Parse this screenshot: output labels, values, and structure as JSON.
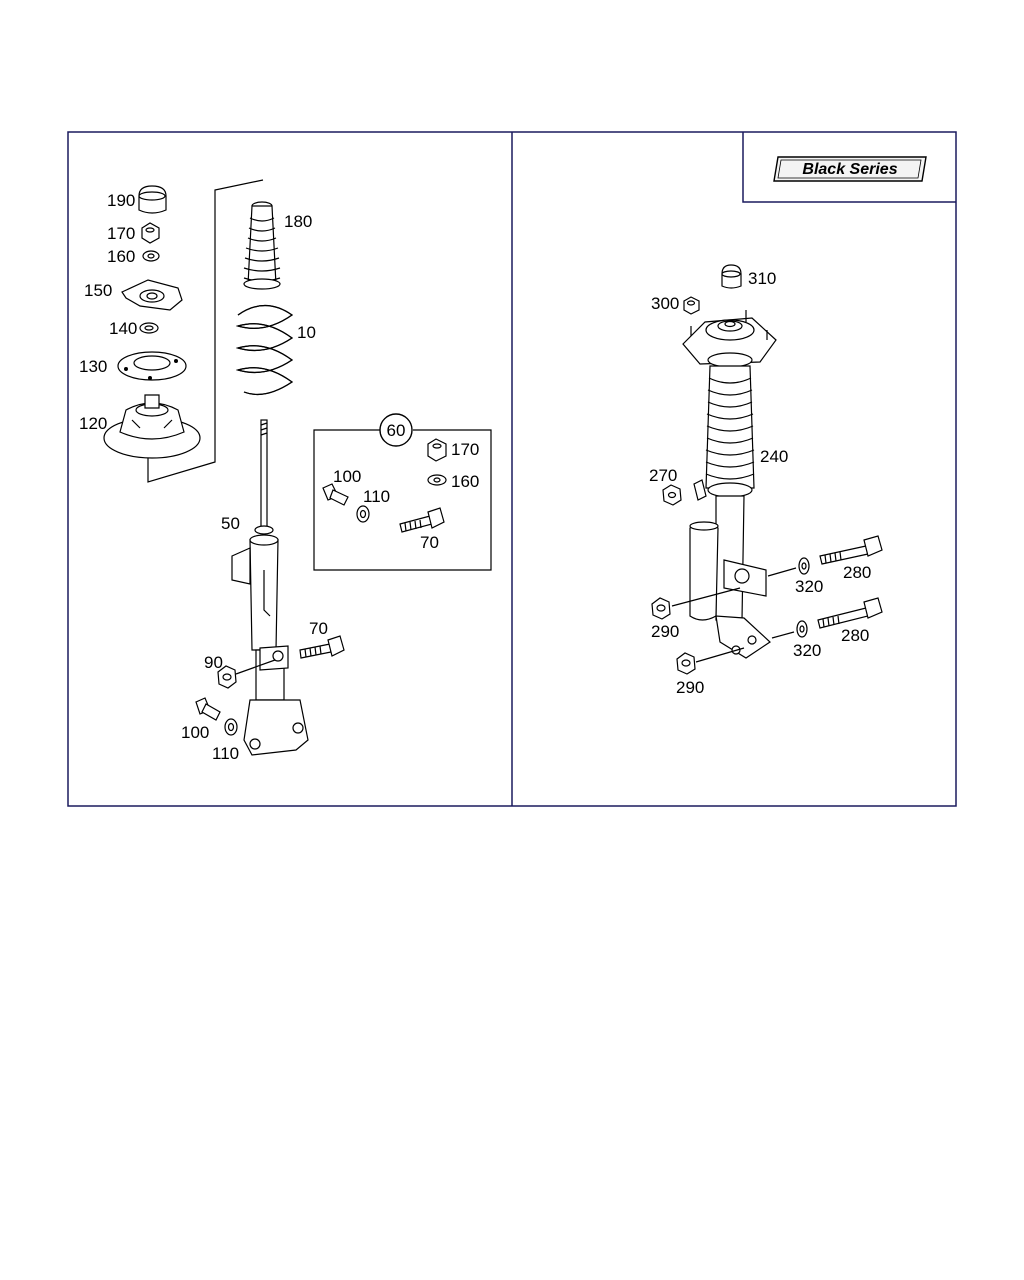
{
  "badge": {
    "text": "Black Series"
  },
  "left_panel": {
    "labels": {
      "p190": "190",
      "p170": "170",
      "p160": "160",
      "p150": "150",
      "p140": "140",
      "p130": "130",
      "p120": "120",
      "p180": "180",
      "p10": "10",
      "p50": "50",
      "p90": "90",
      "p70": "70",
      "p100": "100",
      "p110": "110"
    },
    "kit": {
      "number": "60",
      "labels": {
        "p170": "170",
        "p160": "160",
        "p100": "100",
        "p110": "110",
        "p70": "70"
      }
    }
  },
  "right_panel": {
    "labels": {
      "p310": "310",
      "p300": "300",
      "p240": "240",
      "p270": "270",
      "p320a": "320",
      "p280a": "280",
      "p290a": "290",
      "p320b": "320",
      "p280b": "280",
      "p290b": "290"
    }
  }
}
